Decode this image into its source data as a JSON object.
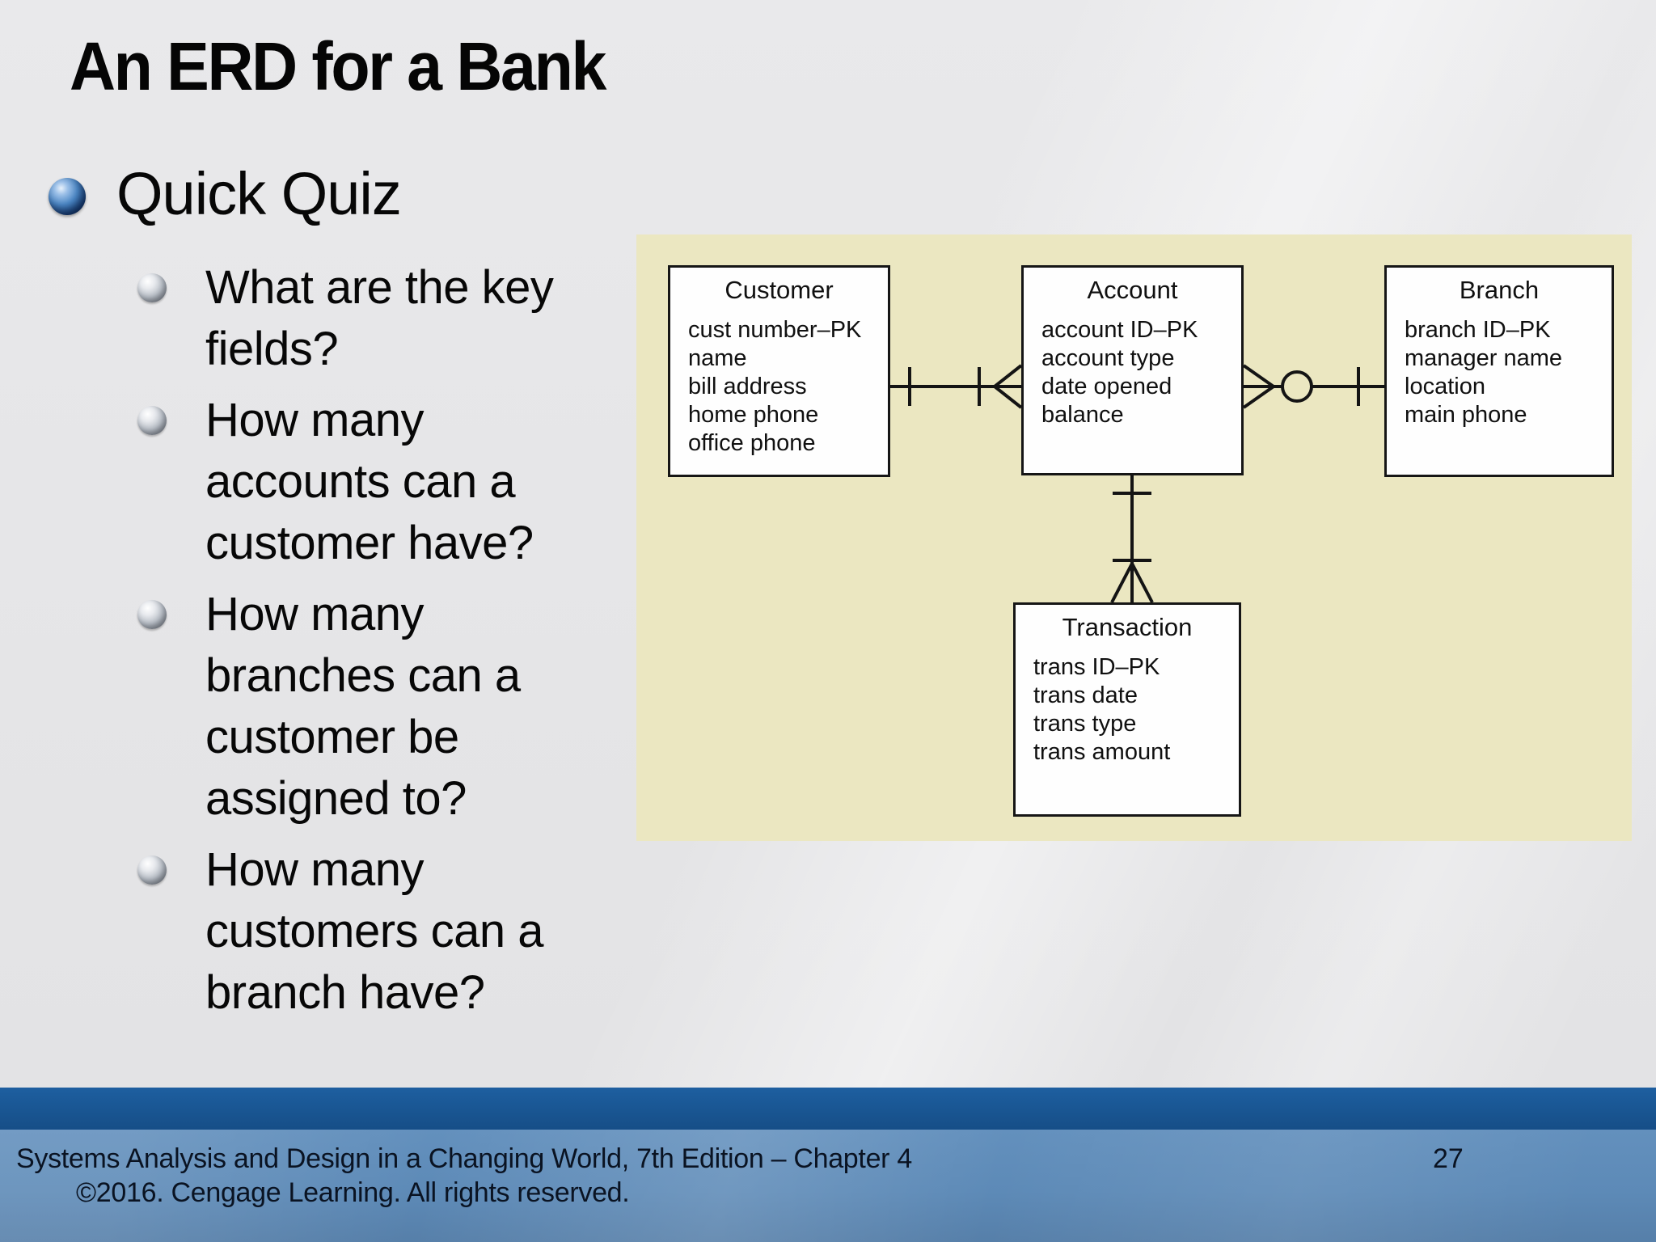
{
  "slide": {
    "title": "An ERD for a Bank",
    "page_number": "27",
    "footer_line1": "Systems Analysis and Design in a Changing World, 7th Edition – Chapter 4",
    "footer_line2": "©2016. Cengage Learning. All rights reserved."
  },
  "bullets": {
    "level1": "Quick Quiz",
    "items": [
      {
        "lines": [
          "What are the key",
          "fields?"
        ]
      },
      {
        "lines": [
          "How many",
          "accounts can a",
          "customer have?"
        ]
      },
      {
        "lines": [
          "How many",
          "branches can a",
          "customer be",
          "assigned to?"
        ]
      },
      {
        "lines": [
          "How many",
          "customers can a",
          "branch have?"
        ]
      }
    ]
  },
  "diagram": {
    "entities": [
      {
        "title": "Customer",
        "fields": [
          "cust number–PK",
          "name",
          "bill address",
          "home phone",
          "office phone"
        ]
      },
      {
        "title": "Account",
        "fields": [
          "account ID–PK",
          "account type",
          "date opened",
          "balance"
        ]
      },
      {
        "title": "Branch",
        "fields": [
          "branch ID–PK",
          "manager name",
          "location",
          "main phone"
        ]
      },
      {
        "title": "Transaction",
        "fields": [
          "trans ID–PK",
          "trans date",
          "trans type",
          "trans amount"
        ]
      }
    ],
    "relationships": [
      {
        "from": "Customer",
        "to": "Account",
        "from_cardinality": "one",
        "to_cardinality": "many",
        "notation": "tick — tick + crow's foot"
      },
      {
        "from": "Account",
        "to": "Branch",
        "from_cardinality": "many",
        "to_cardinality": "one",
        "notation": "crow's foot — circle — tick"
      },
      {
        "from": "Account",
        "to": "Transaction",
        "from_cardinality": "one",
        "to_cardinality": "many",
        "notation": "tick — tick + crow's foot"
      }
    ]
  },
  "icons": {
    "level1_bullet": "blue-sphere-bullet",
    "level2_bullet": "gray-sphere-bullet"
  },
  "colors": {
    "diagram_panel_bg": "#EBE7C1",
    "footer_band_dark": "#1A5896",
    "footer_band_light": "#5D8AB7",
    "bullet_sphere_blue": "#2F6CB0",
    "bullet_sphere_gray": "#9AA2AB",
    "slide_bg": "#E5E5E7",
    "text": "#070707"
  }
}
